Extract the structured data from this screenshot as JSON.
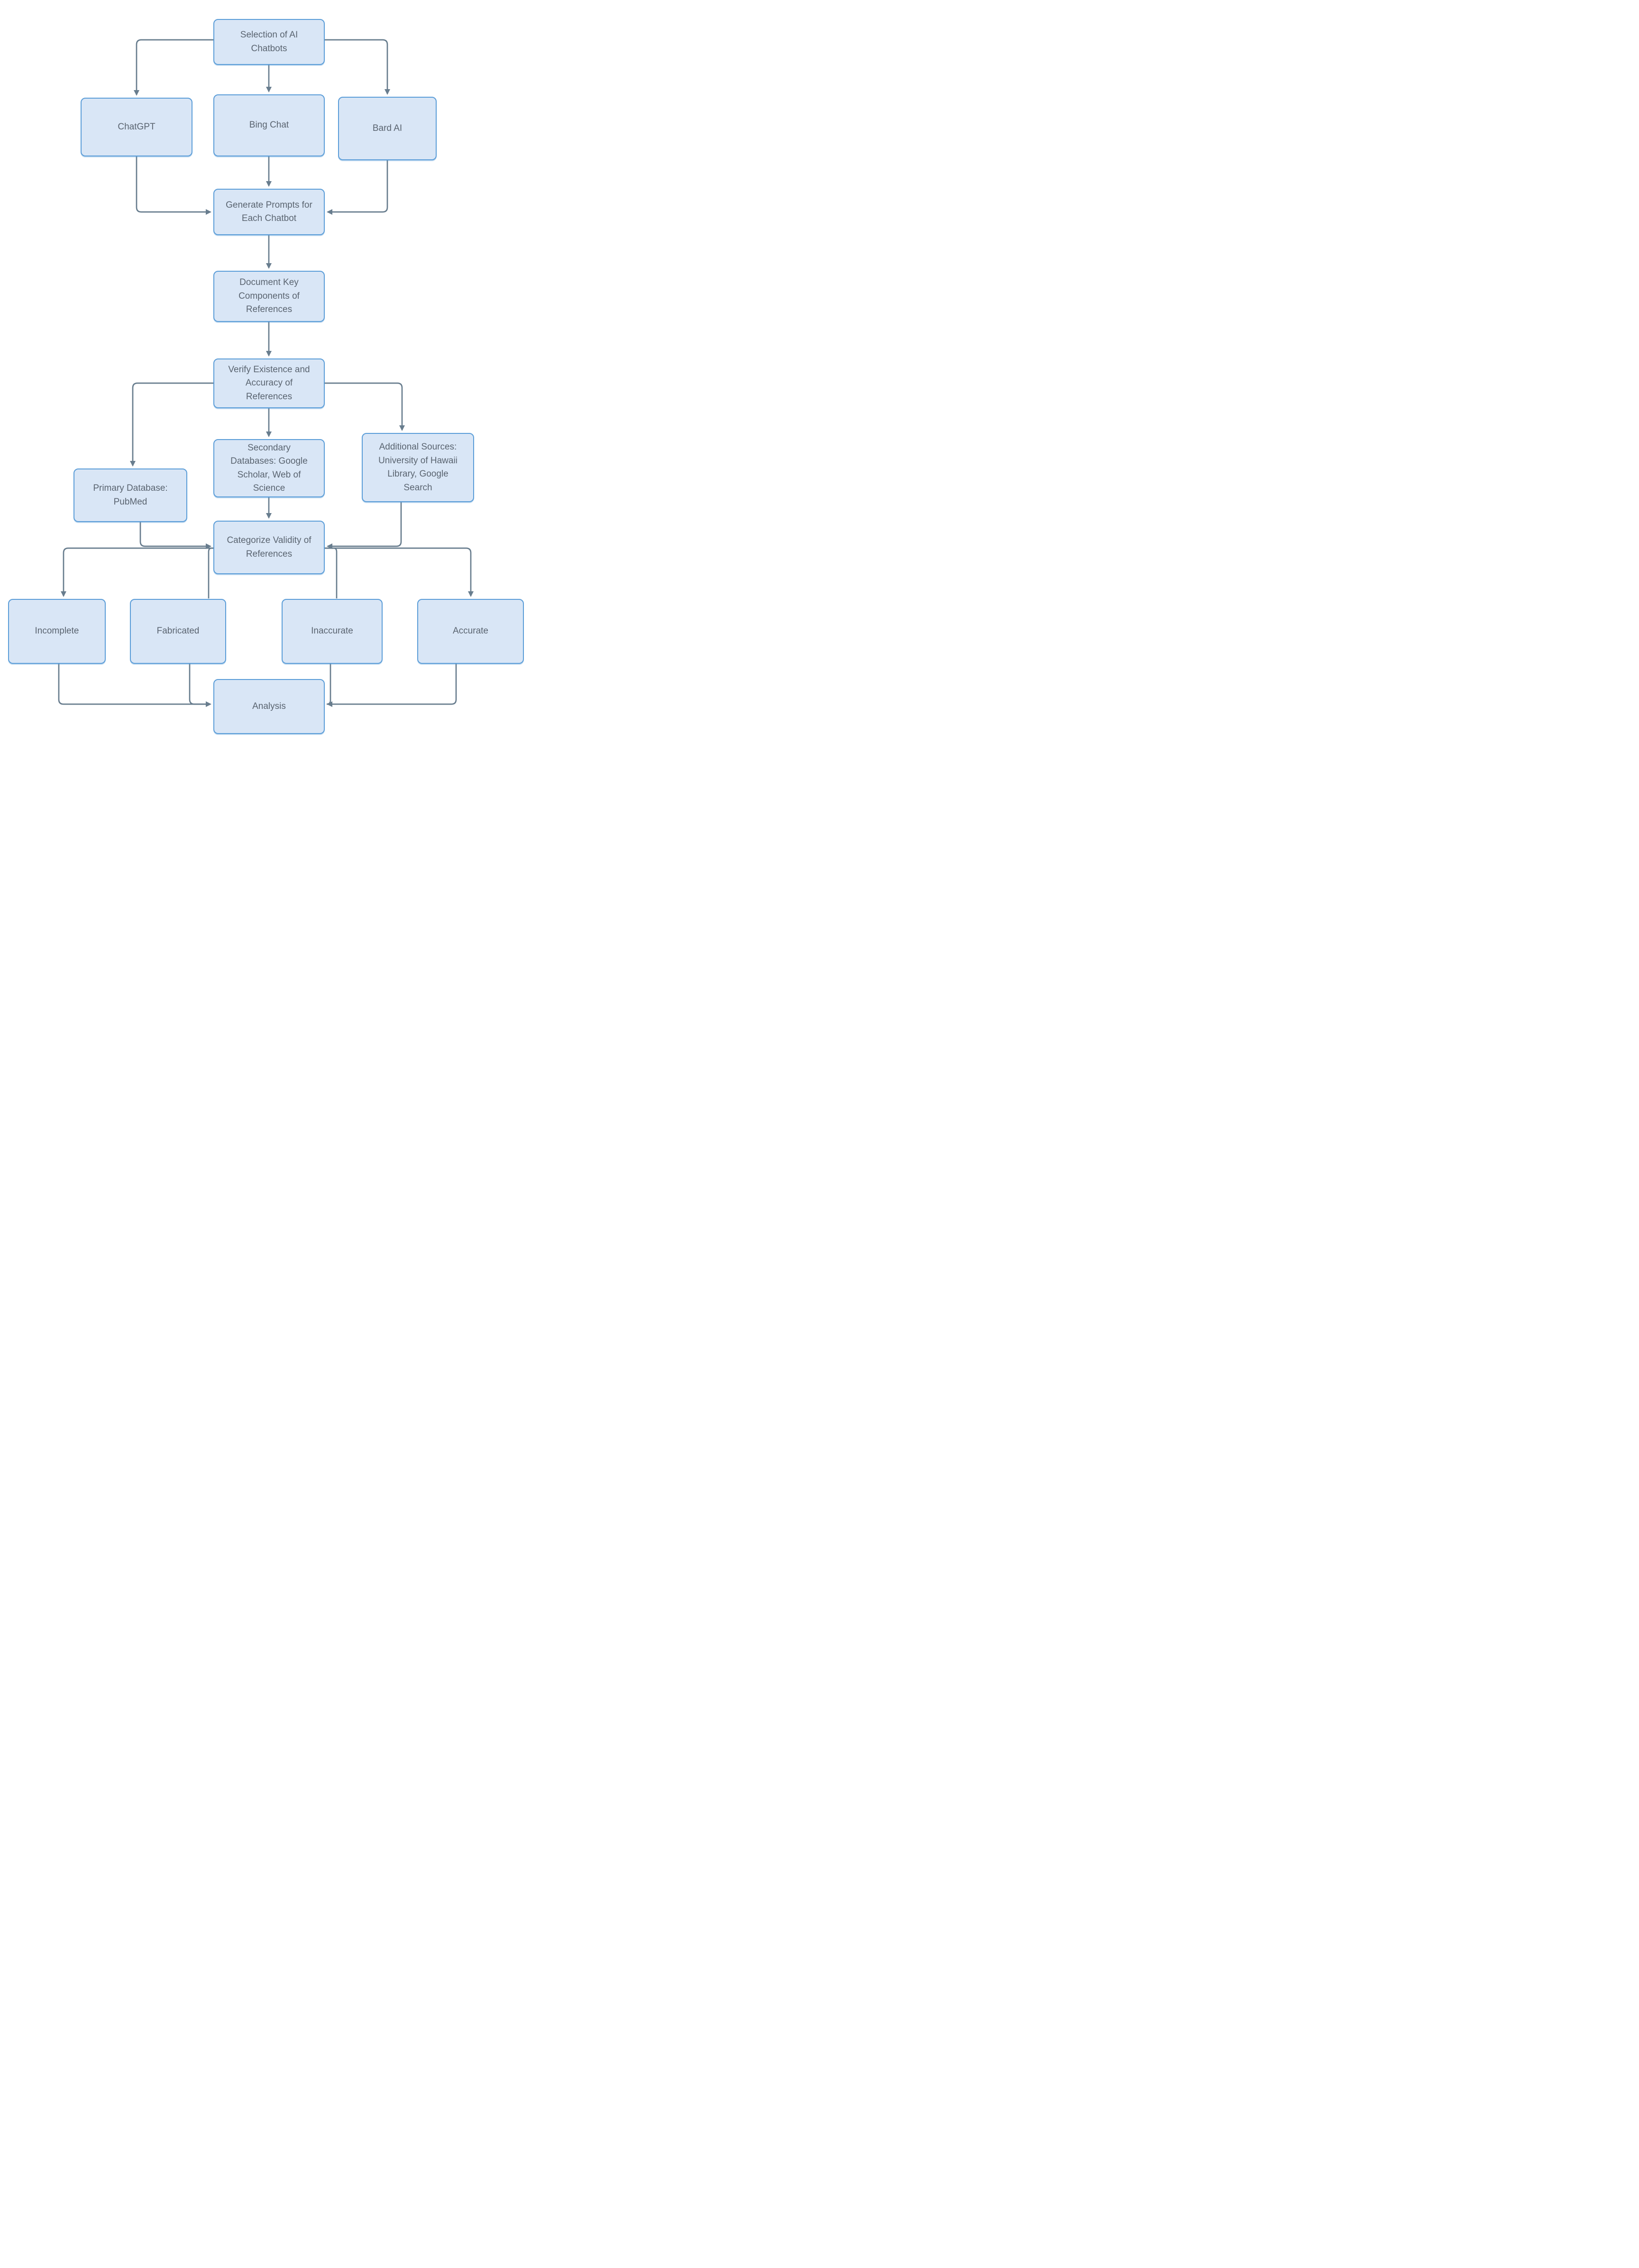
{
  "diagram": {
    "type": "flowchart",
    "colors": {
      "node_fill": "#d9e6f6",
      "node_border": "#5b9dd8",
      "arrow": "#687d8e",
      "text": "#5a6470",
      "background": "#ffffff"
    },
    "nodes": {
      "selection": {
        "label": "Selection of AI\nChatbots"
      },
      "chatgpt": {
        "label": "ChatGPT"
      },
      "bing": {
        "label": "Bing Chat"
      },
      "bard": {
        "label": "Bard AI"
      },
      "generate": {
        "label": "Generate Prompts for\nEach Chatbot"
      },
      "document": {
        "label": "Document Key\nComponents of\nReferences"
      },
      "verify": {
        "label": "Verify Existence and\nAccuracy of\nReferences"
      },
      "primary": {
        "label": "Primary Database:\nPubMed"
      },
      "secondary": {
        "label": "Secondary\nDatabases: Google\nScholar, Web of\nScience"
      },
      "additional": {
        "label": "Additional Sources:\nUniversity of Hawaii\nLibrary, Google\nSearch"
      },
      "categorize": {
        "label": "Categorize Validity of\nReferences"
      },
      "incomplete": {
        "label": "Incomplete"
      },
      "fabricated": {
        "label": "Fabricated"
      },
      "inaccurate": {
        "label": "Inaccurate"
      },
      "accurate": {
        "label": "Accurate"
      },
      "analysis": {
        "label": "Analysis"
      }
    },
    "edges": [
      {
        "from": "selection",
        "to": "chatgpt"
      },
      {
        "from": "selection",
        "to": "bing"
      },
      {
        "from": "selection",
        "to": "bard"
      },
      {
        "from": "chatgpt",
        "to": "generate"
      },
      {
        "from": "bing",
        "to": "generate"
      },
      {
        "from": "bard",
        "to": "generate"
      },
      {
        "from": "generate",
        "to": "document"
      },
      {
        "from": "document",
        "to": "verify"
      },
      {
        "from": "verify",
        "to": "primary"
      },
      {
        "from": "verify",
        "to": "secondary"
      },
      {
        "from": "verify",
        "to": "additional"
      },
      {
        "from": "primary",
        "to": "categorize"
      },
      {
        "from": "secondary",
        "to": "categorize"
      },
      {
        "from": "additional",
        "to": "categorize"
      },
      {
        "from": "categorize",
        "to": "incomplete"
      },
      {
        "from": "categorize",
        "to": "fabricated"
      },
      {
        "from": "categorize",
        "to": "inaccurate"
      },
      {
        "from": "categorize",
        "to": "accurate"
      },
      {
        "from": "incomplete",
        "to": "analysis"
      },
      {
        "from": "fabricated",
        "to": "analysis"
      },
      {
        "from": "inaccurate",
        "to": "analysis"
      },
      {
        "from": "accurate",
        "to": "analysis"
      }
    ]
  }
}
